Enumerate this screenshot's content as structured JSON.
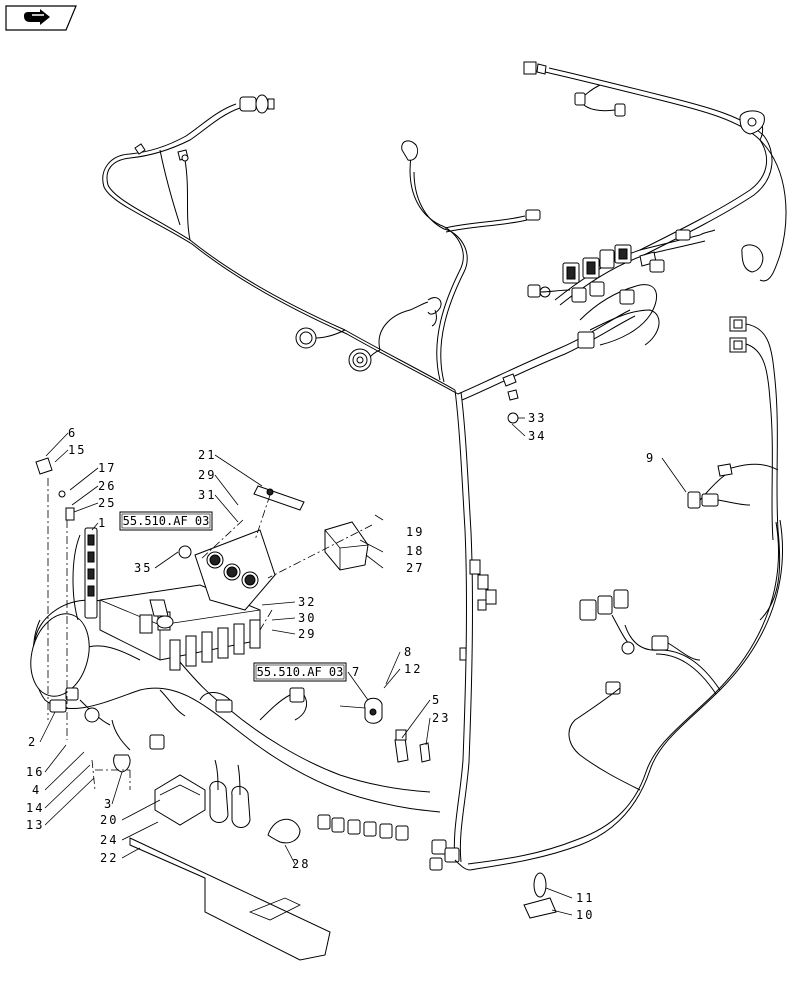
{
  "nav": {
    "icon": "next-page-arrow-icon"
  },
  "refboxes": [
    {
      "id": "ref-upper",
      "label": "55.510.AF 03"
    },
    {
      "id": "ref-lower",
      "label": "55.510.AF 03"
    }
  ],
  "callouts": [
    {
      "id": "c6",
      "label": "6"
    },
    {
      "id": "c15",
      "label": "15"
    },
    {
      "id": "c17",
      "label": "17"
    },
    {
      "id": "c26",
      "label": "26"
    },
    {
      "id": "c25",
      "label": "25"
    },
    {
      "id": "c1",
      "label": "1"
    },
    {
      "id": "c21",
      "label": "21"
    },
    {
      "id": "c29a",
      "label": "29"
    },
    {
      "id": "c31",
      "label": "31"
    },
    {
      "id": "c35",
      "label": "35"
    },
    {
      "id": "c19",
      "label": "19"
    },
    {
      "id": "c18",
      "label": "18"
    },
    {
      "id": "c27",
      "label": "27"
    },
    {
      "id": "c32",
      "label": "32"
    },
    {
      "id": "c30",
      "label": "30"
    },
    {
      "id": "c29b",
      "label": "29"
    },
    {
      "id": "c33",
      "label": "33"
    },
    {
      "id": "c34",
      "label": "34"
    },
    {
      "id": "c9",
      "label": "9"
    },
    {
      "id": "c8",
      "label": "8"
    },
    {
      "id": "c12",
      "label": "12"
    },
    {
      "id": "c7",
      "label": "7"
    },
    {
      "id": "c5",
      "label": "5"
    },
    {
      "id": "c23",
      "label": "23"
    },
    {
      "id": "c2",
      "label": "2"
    },
    {
      "id": "c16",
      "label": "16"
    },
    {
      "id": "c4",
      "label": "4"
    },
    {
      "id": "c14",
      "label": "14"
    },
    {
      "id": "c13",
      "label": "13"
    },
    {
      "id": "c3",
      "label": "3"
    },
    {
      "id": "c20",
      "label": "20"
    },
    {
      "id": "c24",
      "label": "24"
    },
    {
      "id": "c22",
      "label": "22"
    },
    {
      "id": "c28",
      "label": "28"
    },
    {
      "id": "c11",
      "label": "11"
    },
    {
      "id": "c10",
      "label": "10"
    }
  ]
}
